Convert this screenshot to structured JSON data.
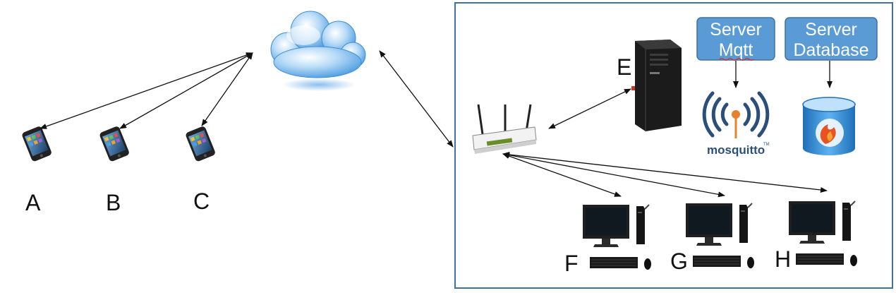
{
  "nodes": {
    "phone_a": "A",
    "phone_b": "B",
    "phone_c": "C",
    "server": "E",
    "pc_f": "F",
    "pc_g": "G",
    "pc_h": "H"
  },
  "boxes": {
    "mqtt_line1": "Server",
    "mqtt_line2": "Mqtt",
    "db_line1": "Server",
    "db_line2": "Database"
  },
  "logos": {
    "mosquitto": "mosquitto",
    "mosquitto_tm": "TM"
  },
  "colors": {
    "box_fill": "#5b9bd5",
    "box_border": "#41719c",
    "network_border": "#41719c"
  },
  "icons": [
    "cloud-icon",
    "smartphone-icon",
    "router-icon",
    "tower-server-icon",
    "mosquitto-logo-icon",
    "database-icon",
    "desktop-computer-icon",
    "keyboard-icon",
    "mouse-icon"
  ]
}
